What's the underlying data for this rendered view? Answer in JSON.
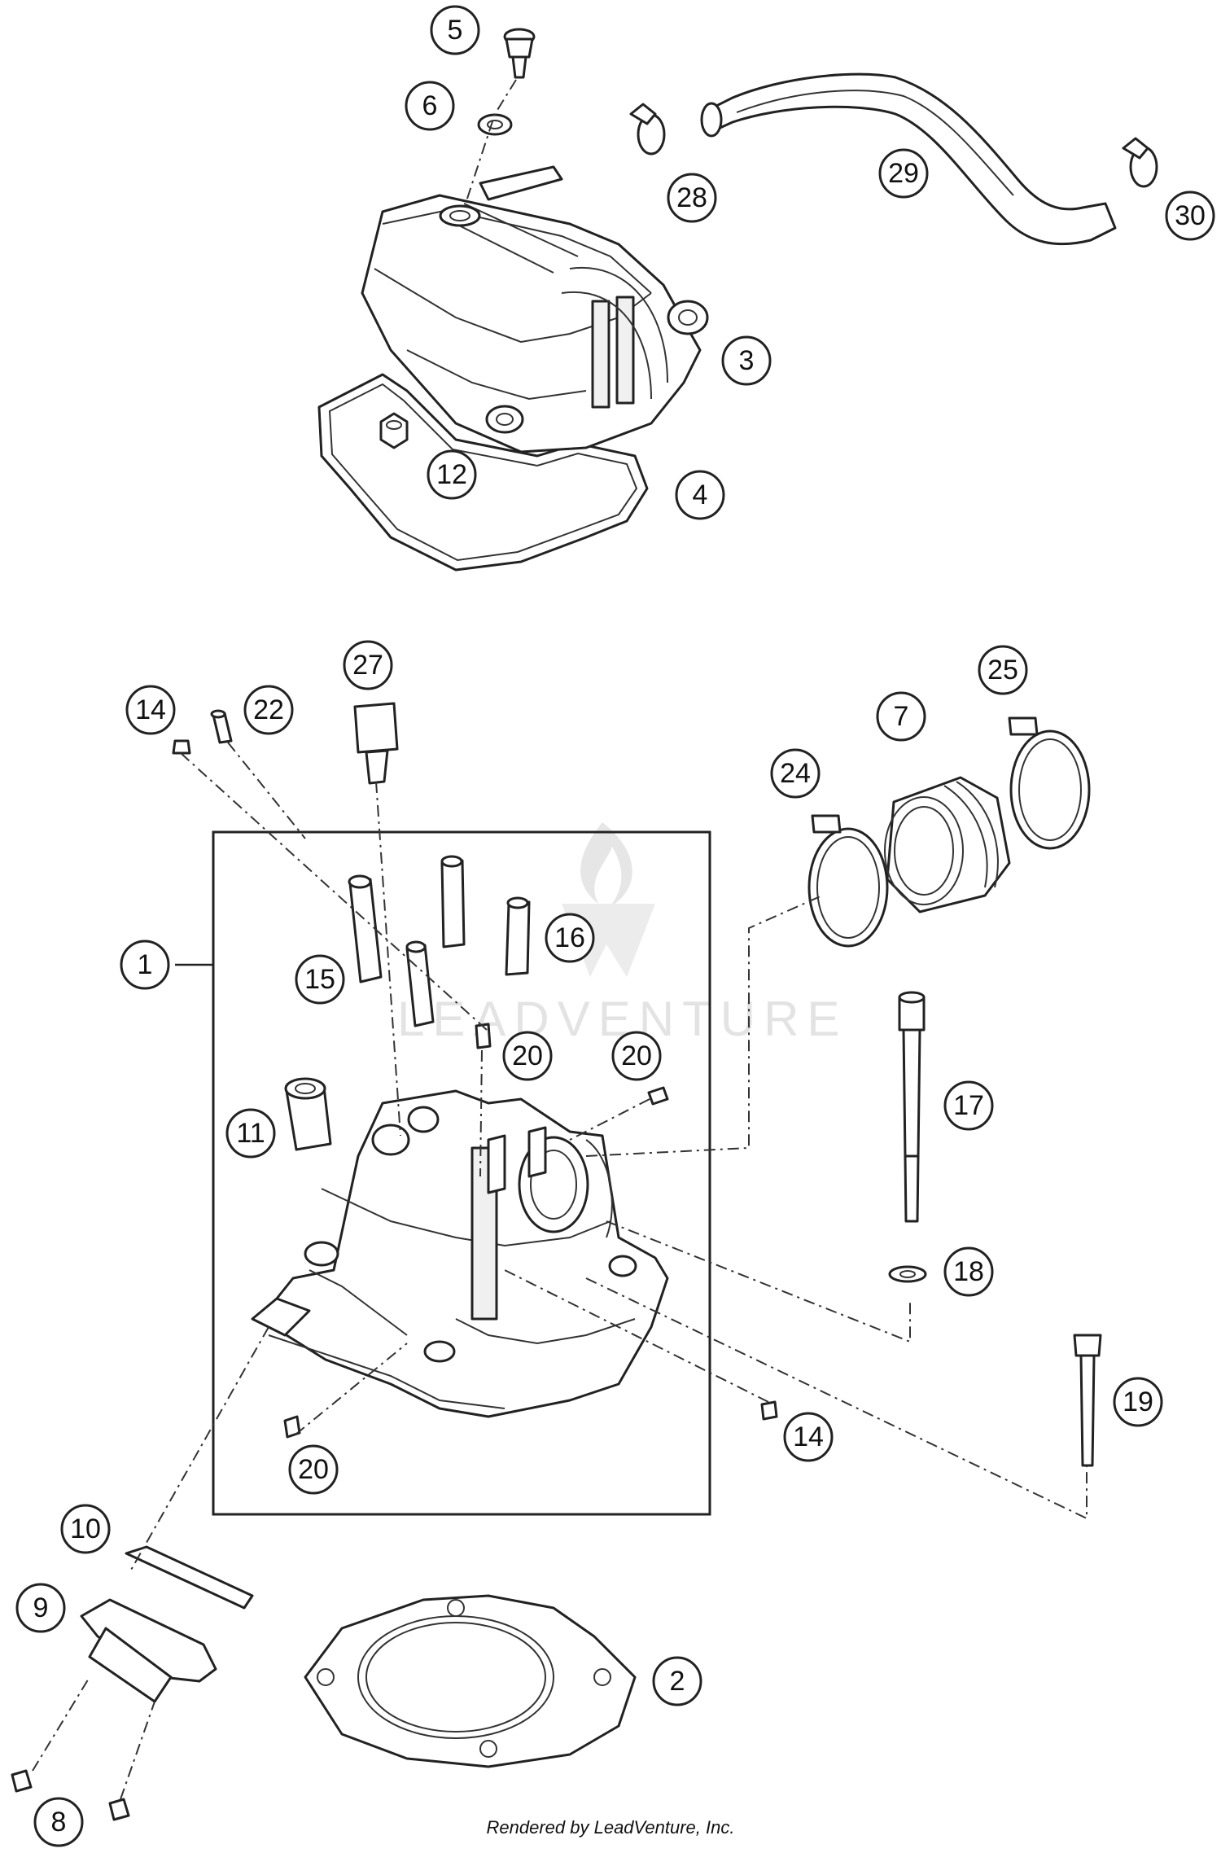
{
  "callouts": [
    "1",
    "2",
    "3",
    "4",
    "5",
    "6",
    "7",
    "8",
    "9",
    "10",
    "11",
    "12",
    "14",
    "15",
    "16",
    "17",
    "18",
    "19",
    "20",
    "22",
    "24",
    "25",
    "27",
    "28",
    "29",
    "30"
  ],
  "watermark": "LEADVENTURE",
  "footer": "Rendered by LeadVenture, Inc."
}
